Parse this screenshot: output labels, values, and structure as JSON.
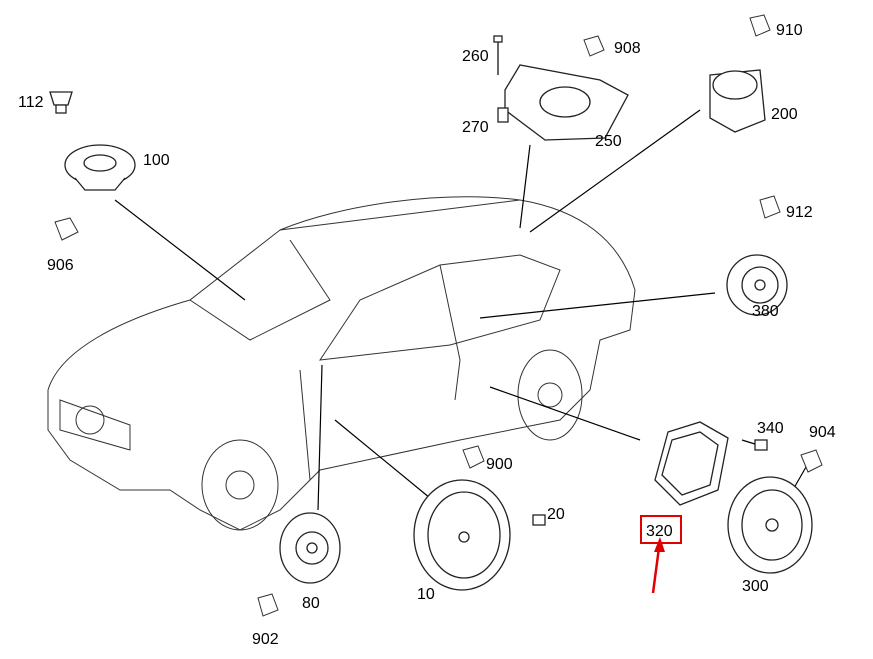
{
  "diagram": {
    "labels": {
      "p112": "112",
      "p100": "100",
      "p906": "906",
      "p260": "260",
      "p908": "908",
      "p270": "270",
      "p250": "250",
      "p910": "910",
      "p200": "200",
      "p912": "912",
      "p380": "380",
      "p340": "340",
      "p904": "904",
      "p320": "320",
      "p300": "300",
      "p900": "900",
      "p20": "20",
      "p10": "10",
      "p80": "80",
      "p902": "902"
    },
    "highlight": {
      "part": "320",
      "color": "#e00000"
    }
  }
}
